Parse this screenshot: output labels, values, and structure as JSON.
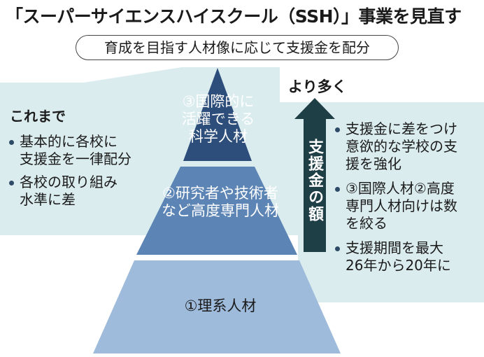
{
  "title": "「スーパーサイエンスハイスクール（SSH）」事業を見直す",
  "subtitle": "育成を目指す人材像に応じて支援金を配分",
  "left": {
    "header": "これまで",
    "items": [
      "基本的に各校に\n支援金を一律配分",
      "各校の取り組み\n水準に差"
    ]
  },
  "pyramid": {
    "tier3": "③国際的に\n活躍できる\n科学人材",
    "tier2": "②研究者や技術者\nなど高度専門人材",
    "tier1": "①理系人材"
  },
  "arrow": {
    "top_label": "より多く",
    "label": "支援金の額"
  },
  "right": {
    "items": [
      "支援金に差をつけ\n意欲的な学校の支\n援を強化",
      "③国際人材②高度\n専門人材向けは数\nを絞る",
      "支援期間を最大\n26年から20年に"
    ]
  },
  "colors": {
    "band_light": "#dbecef",
    "tier_top": "#2d4d7a",
    "tier_mid": "#5c85b6",
    "tier_bottom": "#9ebbdb",
    "arrow": "#1f3f46"
  }
}
